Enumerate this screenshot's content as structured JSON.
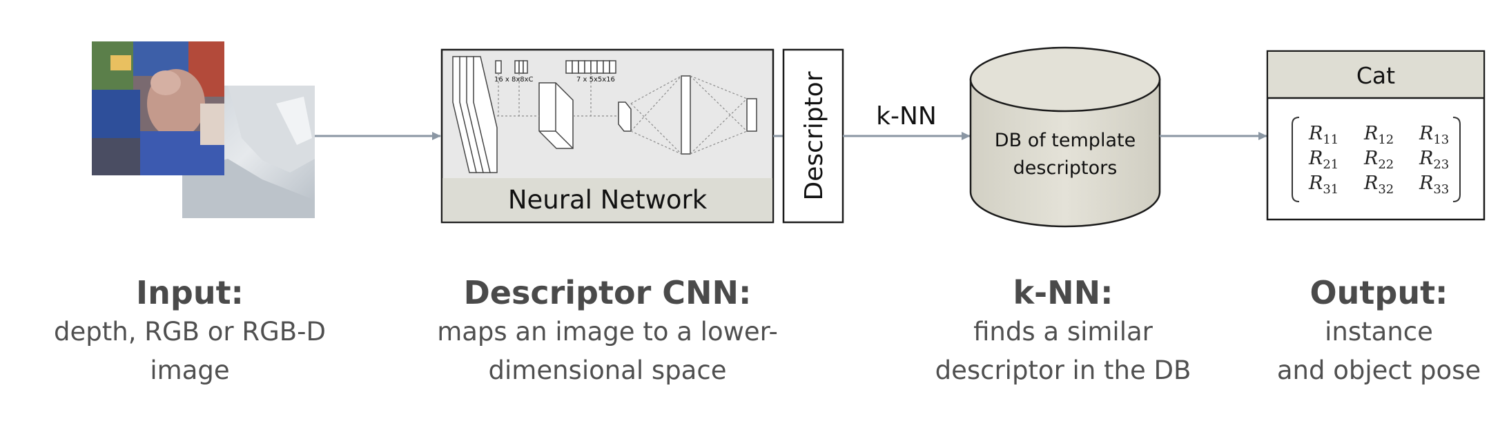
{
  "network": {
    "label": "Neural Network",
    "dim_label_1": "16 x 8x8xC",
    "dim_label_2": "7 x 5x5x16"
  },
  "descriptor": {
    "label": "Descriptor"
  },
  "knn_arrow": {
    "label": "k-NN"
  },
  "database": {
    "line1": "DB of template",
    "line2": "descriptors"
  },
  "output_box": {
    "header": "Cat",
    "matrix": [
      [
        "R11",
        "R12",
        "R13"
      ],
      [
        "R21",
        "R22",
        "R23"
      ],
      [
        "R31",
        "R32",
        "R33"
      ]
    ]
  },
  "captions": [
    {
      "title": "Input:",
      "line1": "depth, RGB or RGB-D",
      "line2": "image"
    },
    {
      "title": "Descriptor CNN:",
      "line1": "maps an image to a lower-",
      "line2": "dimensional space"
    },
    {
      "title": "k-NN:",
      "line1": "finds a similar",
      "line2": "descriptor in the DB"
    },
    {
      "title": "Output:",
      "line1": "instance",
      "line2": "and object pose"
    }
  ],
  "colors": {
    "arrow": "#8a96a3",
    "panel_fill": "#e8e8e8",
    "label_band": "#dcdcd4",
    "db_fill": "#dedcd1",
    "header_fill": "#deddd3"
  }
}
